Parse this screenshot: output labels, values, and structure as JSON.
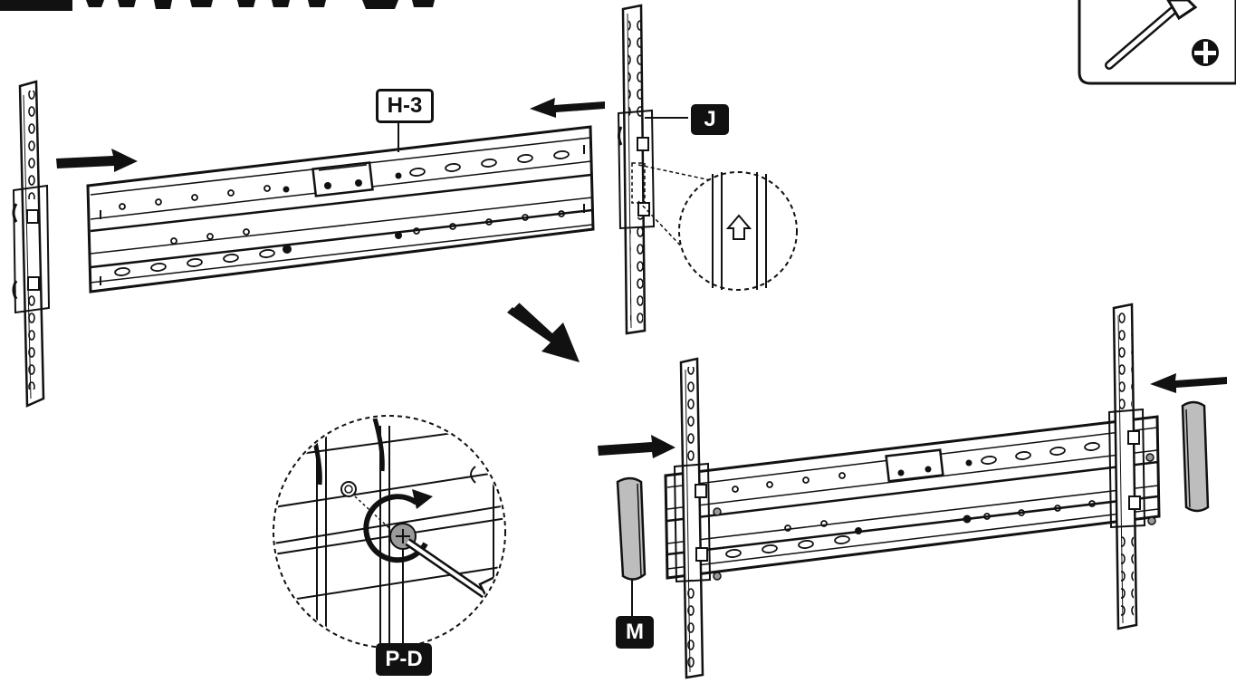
{
  "labels": {
    "h3": "H-3",
    "j": "J",
    "pd": "P-D",
    "m": "M"
  },
  "tool_box": {
    "icon": "screwdriver-icon",
    "tip": "phillips-plus-icon"
  },
  "colors": {
    "ink": "#111111",
    "cap_fill": "#bdbdbd",
    "screw_fill": "#9a9a9a"
  }
}
